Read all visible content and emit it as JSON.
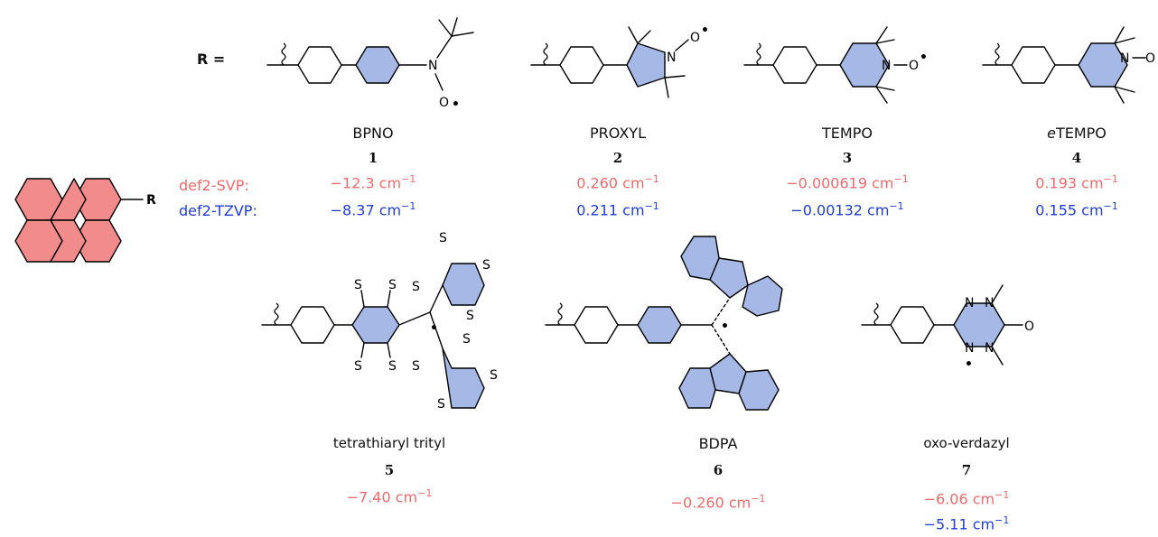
{
  "colors": {
    "red": "#ee6b6b",
    "blue": "#1f3ed0",
    "ring_blue": "#a5b8e6",
    "core_red": "#f28b8b"
  },
  "header": {
    "r_label": "R =",
    "core_r": "R"
  },
  "basis": {
    "svp": "def2-SVP:",
    "tzvp": "def2-TZVP:"
  },
  "unit": "cm",
  "unit_exp": "−1",
  "compounds": [
    {
      "name": "BPNO",
      "number": "1",
      "svp": "−12.3",
      "tzvp": "−8.37"
    },
    {
      "name": "PROXYL",
      "number": "2",
      "svp": "0.260",
      "tzvp": "0.211"
    },
    {
      "name": "TEMPO",
      "number": "3",
      "svp": "−0.000619",
      "tzvp": "−0.00132"
    },
    {
      "name_prefix": "e",
      "name": "TEMPO",
      "number": "4",
      "svp": "0.193",
      "tzvp": "0.155"
    },
    {
      "name": "tetrathiaryl trityl",
      "number": "5",
      "svp": "−7.40"
    },
    {
      "name": "BDPA",
      "number": "6",
      "svp": "−0.260"
    },
    {
      "name": "oxo-verdazyl",
      "number": "7",
      "svp": "−6.06",
      "tzvp": "−5.11"
    }
  ],
  "atoms": {
    "N": "N",
    "O": "O",
    "S": "S",
    "radical": "•"
  }
}
